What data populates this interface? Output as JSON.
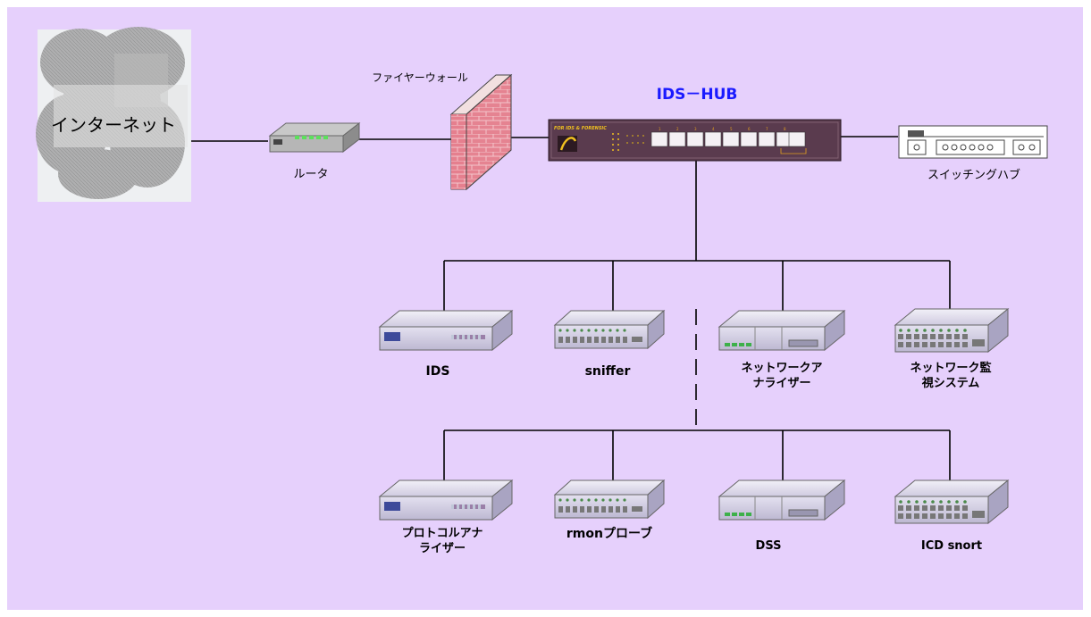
{
  "diagram": {
    "internet": "インターネット",
    "router": "ルータ",
    "firewall": "ファイヤーウォール",
    "ids_hub_title": "IDS－HUB",
    "hub_brand": "FOR IDS & FORENSIC",
    "switching_hub": "スイッチングハブ",
    "devices_row1": [
      {
        "label": "IDS"
      },
      {
        "label": "sniffer"
      },
      {
        "label": "ネットワークア\nナライザー"
      },
      {
        "label": "ネットワーク監\n視システム"
      }
    ],
    "devices_row2": [
      {
        "label": "プロトコルアナ\nライザー"
      },
      {
        "label": "rmonプローブ"
      },
      {
        "label": "DSS"
      },
      {
        "label": "ICD snort"
      }
    ]
  },
  "colors": {
    "background": "#e6d0fc",
    "hub_body": "#5a3b4e",
    "hub_title": "#1a1aff",
    "brick": "#e87b8a",
    "device_body": "#d9d6e8"
  }
}
